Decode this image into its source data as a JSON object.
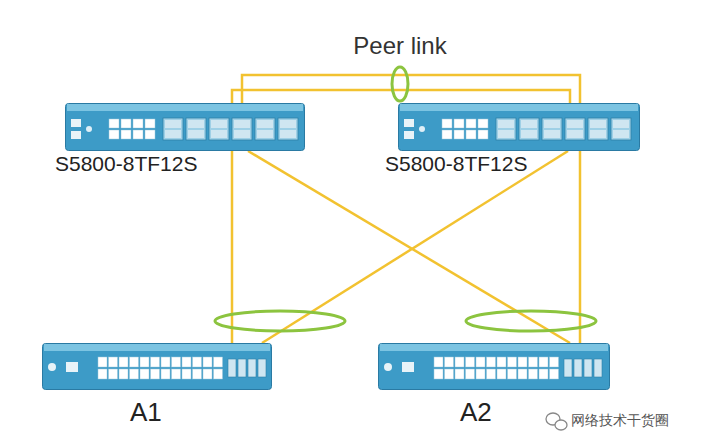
{
  "diagram": {
    "nodes": [
      {
        "text": [
          "S5800-8TF12S"
        ]
      },
      {
        "text": [
          "S5800-8TF12S"
        ]
      },
      {
        "text": [
          "A1"
        ]
      },
      {
        "text": [
          "A2"
        ]
      }
    ],
    "edges": [
      {
        "from": 0,
        "to": 1,
        "arrow": "none",
        "label": "Peer link"
      },
      {
        "from": 0,
        "to": 1,
        "arrow": "none"
      },
      {
        "from": 0,
        "to": 2,
        "arrow": "none"
      },
      {
        "from": 0,
        "to": 3,
        "arrow": "none"
      },
      {
        "from": 1,
        "to": 2,
        "arrow": "none"
      },
      {
        "from": 1,
        "to": 3,
        "arrow": "none"
      }
    ],
    "labels": [
      "网络技术干货圈"
    ]
  }
}
